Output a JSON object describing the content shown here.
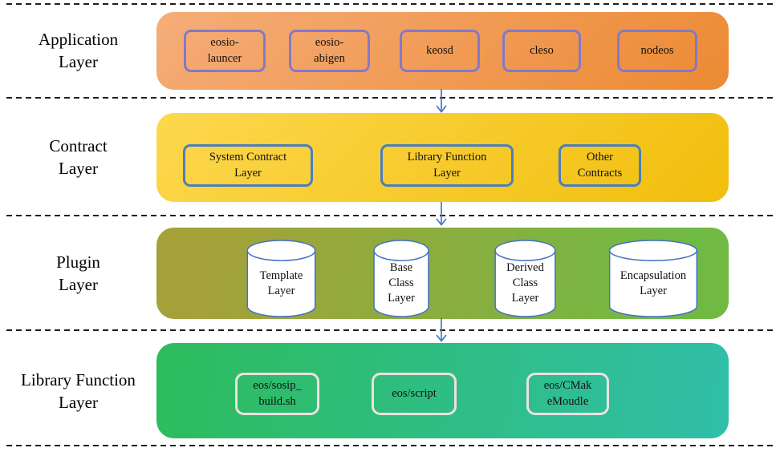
{
  "diagram": {
    "title": "EOS layered architecture diagram",
    "colors": {
      "application_gradient_start": "#f5ad79",
      "application_gradient_end": "#ec8a33",
      "application_box_border": "#8478c8",
      "contract_gradient_start": "#fdd84e",
      "contract_gradient_end": "#f1be0c",
      "contract_box_border": "#4a7ebd",
      "plugin_gradient_start": "#a5a139",
      "plugin_gradient_end": "#70ba44",
      "cylinder_fill": "#ffffff",
      "cylinder_border": "#4472c4",
      "library_gradient_start": "#2dbc5c",
      "library_gradient_end": "#30bfa9",
      "library_box_border": "#eee1e1",
      "arrow": "#4477c9",
      "dashed_line": "#1f1f1f",
      "text": "#000000"
    }
  },
  "layers": [
    {
      "label": "Application\nLayer",
      "items": [
        "eosio-\nlauncer",
        "eosio-\nabigen",
        "keosd",
        "cleso",
        "nodeos"
      ]
    },
    {
      "label": "Contract\nLayer",
      "items": [
        "System Contract\nLayer",
        "Library Function\nLayer",
        "Other\nContracts"
      ]
    },
    {
      "label": "Plugin\nLayer",
      "items": [
        "Template\nLayer",
        "Base\nClass\nLayer",
        "Derived\nClass\nLayer",
        "Encapsulation\nLayer"
      ]
    },
    {
      "label": "Library Function\nLayer",
      "items": [
        "eos/sosip_\nbuild.sh",
        "eos/script",
        "eos/CMak\neMoudle"
      ]
    }
  ]
}
